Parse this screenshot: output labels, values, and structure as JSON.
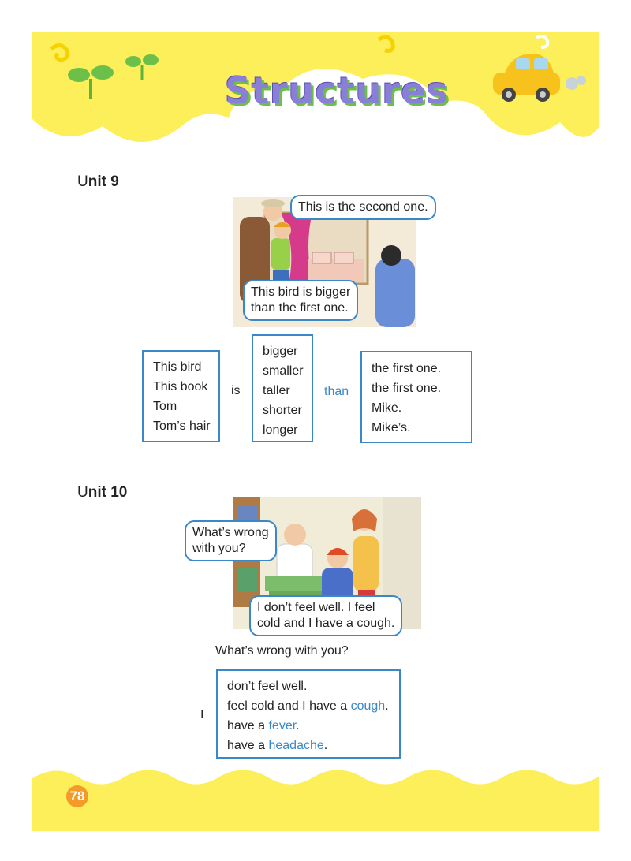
{
  "header": {
    "title": "Structures"
  },
  "unit9": {
    "label_initial": "U",
    "label_rest": "nit 9",
    "bubble_top": "This is the second one.",
    "bubble_bottom_line1": "This bird is bigger",
    "bubble_bottom_line2": "than the first one.",
    "subjects": [
      "This bird",
      "This book",
      "Tom",
      "Tom’s hair"
    ],
    "verb": "is",
    "comparatives": [
      "bigger",
      "smaller",
      "taller",
      "shorter",
      "longer"
    ],
    "connector": "than",
    "objects": [
      "the first one.",
      "the first one.",
      "Mike.",
      "Mike’s."
    ]
  },
  "unit10": {
    "label_initial": "U",
    "label_rest": "nit 10",
    "bubble_top_line1": "What’s wrong",
    "bubble_top_line2": "with you?",
    "bubble_bottom_line1": "I don’t feel well. I feel",
    "bubble_bottom_line2": "cold and I have a cough.",
    "question": "What’s wrong with you?",
    "subject": "I",
    "line1": "don’t feel well.",
    "line2_pre": "feel cold and I have a ",
    "line2_key": "cough",
    "line2_post": ".",
    "line3_pre": "have a ",
    "line3_key": "fever",
    "line3_post": ".",
    "line4_pre": "have a ",
    "line4_key": "headache",
    "line4_post": "."
  },
  "footer": {
    "page_number": "78"
  },
  "colors": {
    "accent_blue": "#3a88c8",
    "header_yellow": "#fcef5a",
    "page_badge": "#f39a2b"
  }
}
